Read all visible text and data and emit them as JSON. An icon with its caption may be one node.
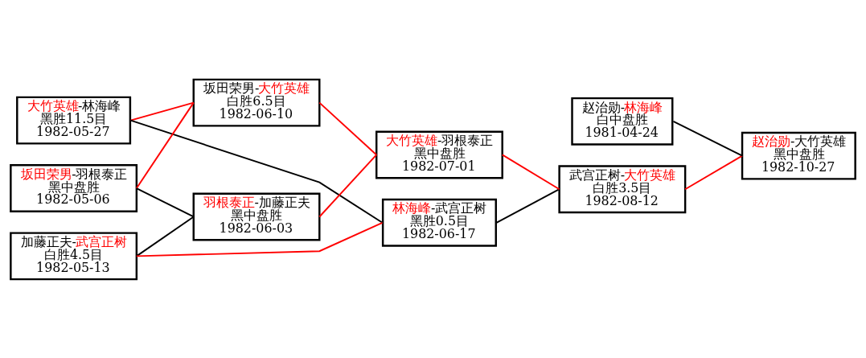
{
  "diagram": {
    "nodes": [
      {
        "text": [
          "大竹英雄-林海峰",
          "黑胜11.5目",
          "1982-05-27"
        ]
      },
      {
        "text": [
          "坂田荣男-羽根泰正",
          "黑中盘胜",
          "1982-05-06"
        ]
      },
      {
        "text": [
          "加藤正夫-武宫正树",
          "白胜4.5目",
          "1982-05-13"
        ]
      },
      {
        "text": [
          "坂田荣男-大竹英雄",
          "白胜6.5目",
          "1982-06-10"
        ]
      },
      {
        "text": [
          "羽根泰正-加藤正夫",
          "黑中盘胜",
          "1982-06-03"
        ]
      },
      {
        "text": [
          "林海峰-武宫正树",
          "黑胜0.5目",
          "1982-06-17"
        ]
      },
      {
        "text": [
          "大竹英雄-羽根泰正",
          "黑中盘胜",
          "1982-07-01"
        ]
      },
      {
        "text": [
          "武宫正树-大竹英雄",
          "白胜3.5目",
          "1982-08-12"
        ]
      },
      {
        "text": [
          "赵治勋-林海峰",
          "白中盘胜",
          "1981-04-24"
        ]
      },
      {
        "text": [
          "赵治勋-大竹英雄",
          "黑中盘胜",
          "1982-10-27"
        ]
      }
    ],
    "edges": [
      {
        "from": 0,
        "to": 3,
        "arrow": "none"
      },
      {
        "from": 0,
        "to": 5,
        "arrow": "none",
        "color": "#000000"
      },
      {
        "from": 1,
        "to": 3,
        "arrow": "none"
      },
      {
        "from": 1,
        "to": 4,
        "arrow": "none",
        "color": "#000000"
      },
      {
        "from": 2,
        "to": 4,
        "arrow": "none",
        "color": "#000000"
      },
      {
        "from": 2,
        "to": 5,
        "arrow": "none"
      },
      {
        "from": 3,
        "to": 6,
        "arrow": "none"
      },
      {
        "from": 4,
        "to": 6,
        "arrow": "none"
      },
      {
        "from": 5,
        "to": 7,
        "arrow": "none",
        "color": "#000000"
      },
      {
        "from": 6,
        "to": 7,
        "arrow": "none"
      },
      {
        "from": 7,
        "to": 9,
        "arrow": "none"
      },
      {
        "from": 8,
        "to": 9,
        "arrow": "none",
        "color": "#000000"
      }
    ]
  }
}
